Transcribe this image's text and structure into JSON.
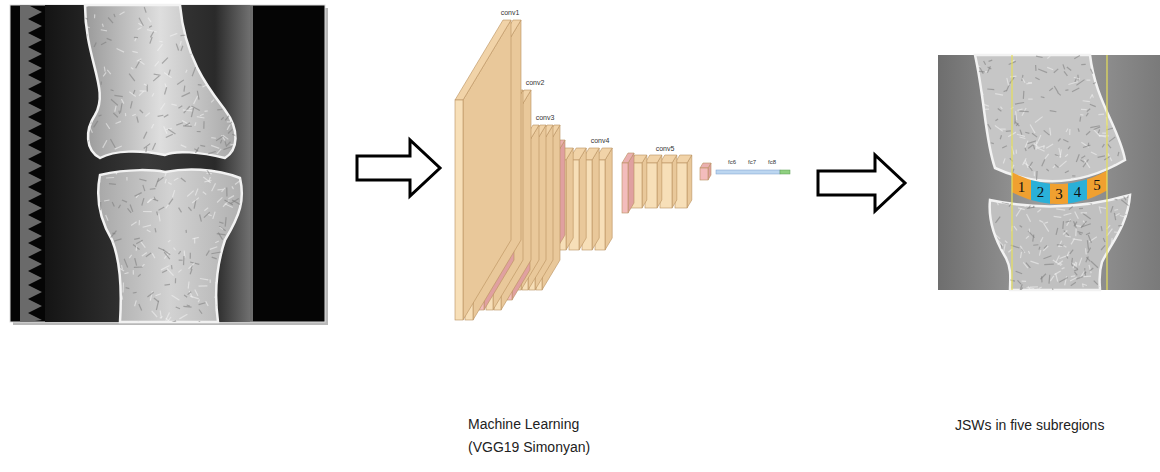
{
  "diagram": {
    "nodes": [
      {
        "text": [
          "Machine Learning (VGG19 Simonyan)"
        ]
      },
      {
        "text": [
          "JSWs in five subregions"
        ]
      }
    ],
    "edges": [
      {
        "from": 0,
        "to": 1,
        "arrow": "to"
      }
    ],
    "labels": [
      "conv1",
      "conv2",
      "conv3",
      "conv4",
      "conv5",
      "fc6",
      "fc7",
      "fc8",
      "1",
      "2",
      "3",
      "4",
      "5"
    ]
  }
}
